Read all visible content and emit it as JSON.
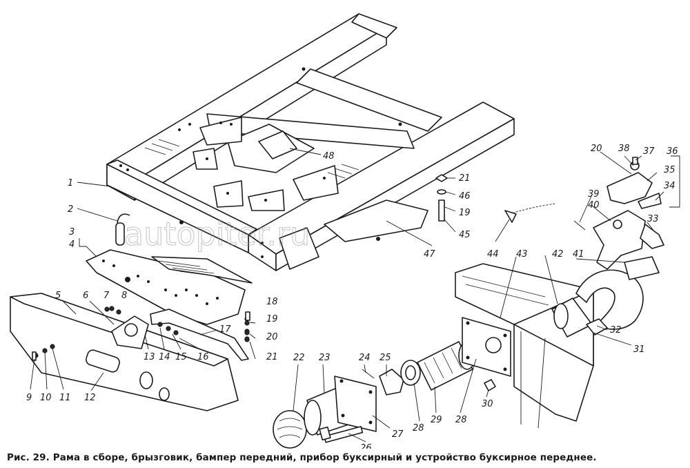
{
  "caption": "Рис. 29. Рама в сборе, брызговик, бампер передний, прибор буксирный и устройство буксирное переднее.",
  "watermark": "autopiter.ru",
  "callouts": [
    "1",
    "2",
    "3",
    "4",
    "5",
    "6",
    "7",
    "8",
    "9",
    "10",
    "11",
    "12",
    "13",
    "14",
    "15",
    "16",
    "17",
    "18",
    "19",
    "20",
    "21",
    "22",
    "23",
    "24",
    "25",
    "26",
    "27",
    "28",
    "29",
    "30",
    "31",
    "32",
    "33",
    "34",
    "35",
    "36",
    "37",
    "38",
    "39",
    "40",
    "41",
    "42",
    "43",
    "44",
    "45",
    "46",
    "47",
    "48"
  ],
  "duplicate_callouts": [
    "19",
    "20",
    "21",
    "28"
  ]
}
